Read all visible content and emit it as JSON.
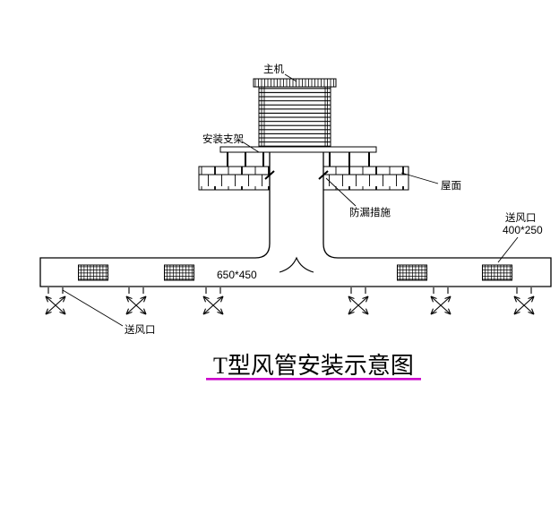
{
  "diagram": {
    "title": "T型风管安装示意图",
    "labels": {
      "main_unit": "主机",
      "mounting_bracket": "安装支架",
      "roof": "屋面",
      "leak_proof": "防漏措施",
      "supply_outlet": "送风口",
      "supply_outlet_size": "400*250",
      "duct_size": "650*450",
      "supply_outlet_bottom": "送风口"
    },
    "colors": {
      "line": "#000000",
      "background": "#ffffff",
      "title_underline": "#cc00cc"
    }
  }
}
